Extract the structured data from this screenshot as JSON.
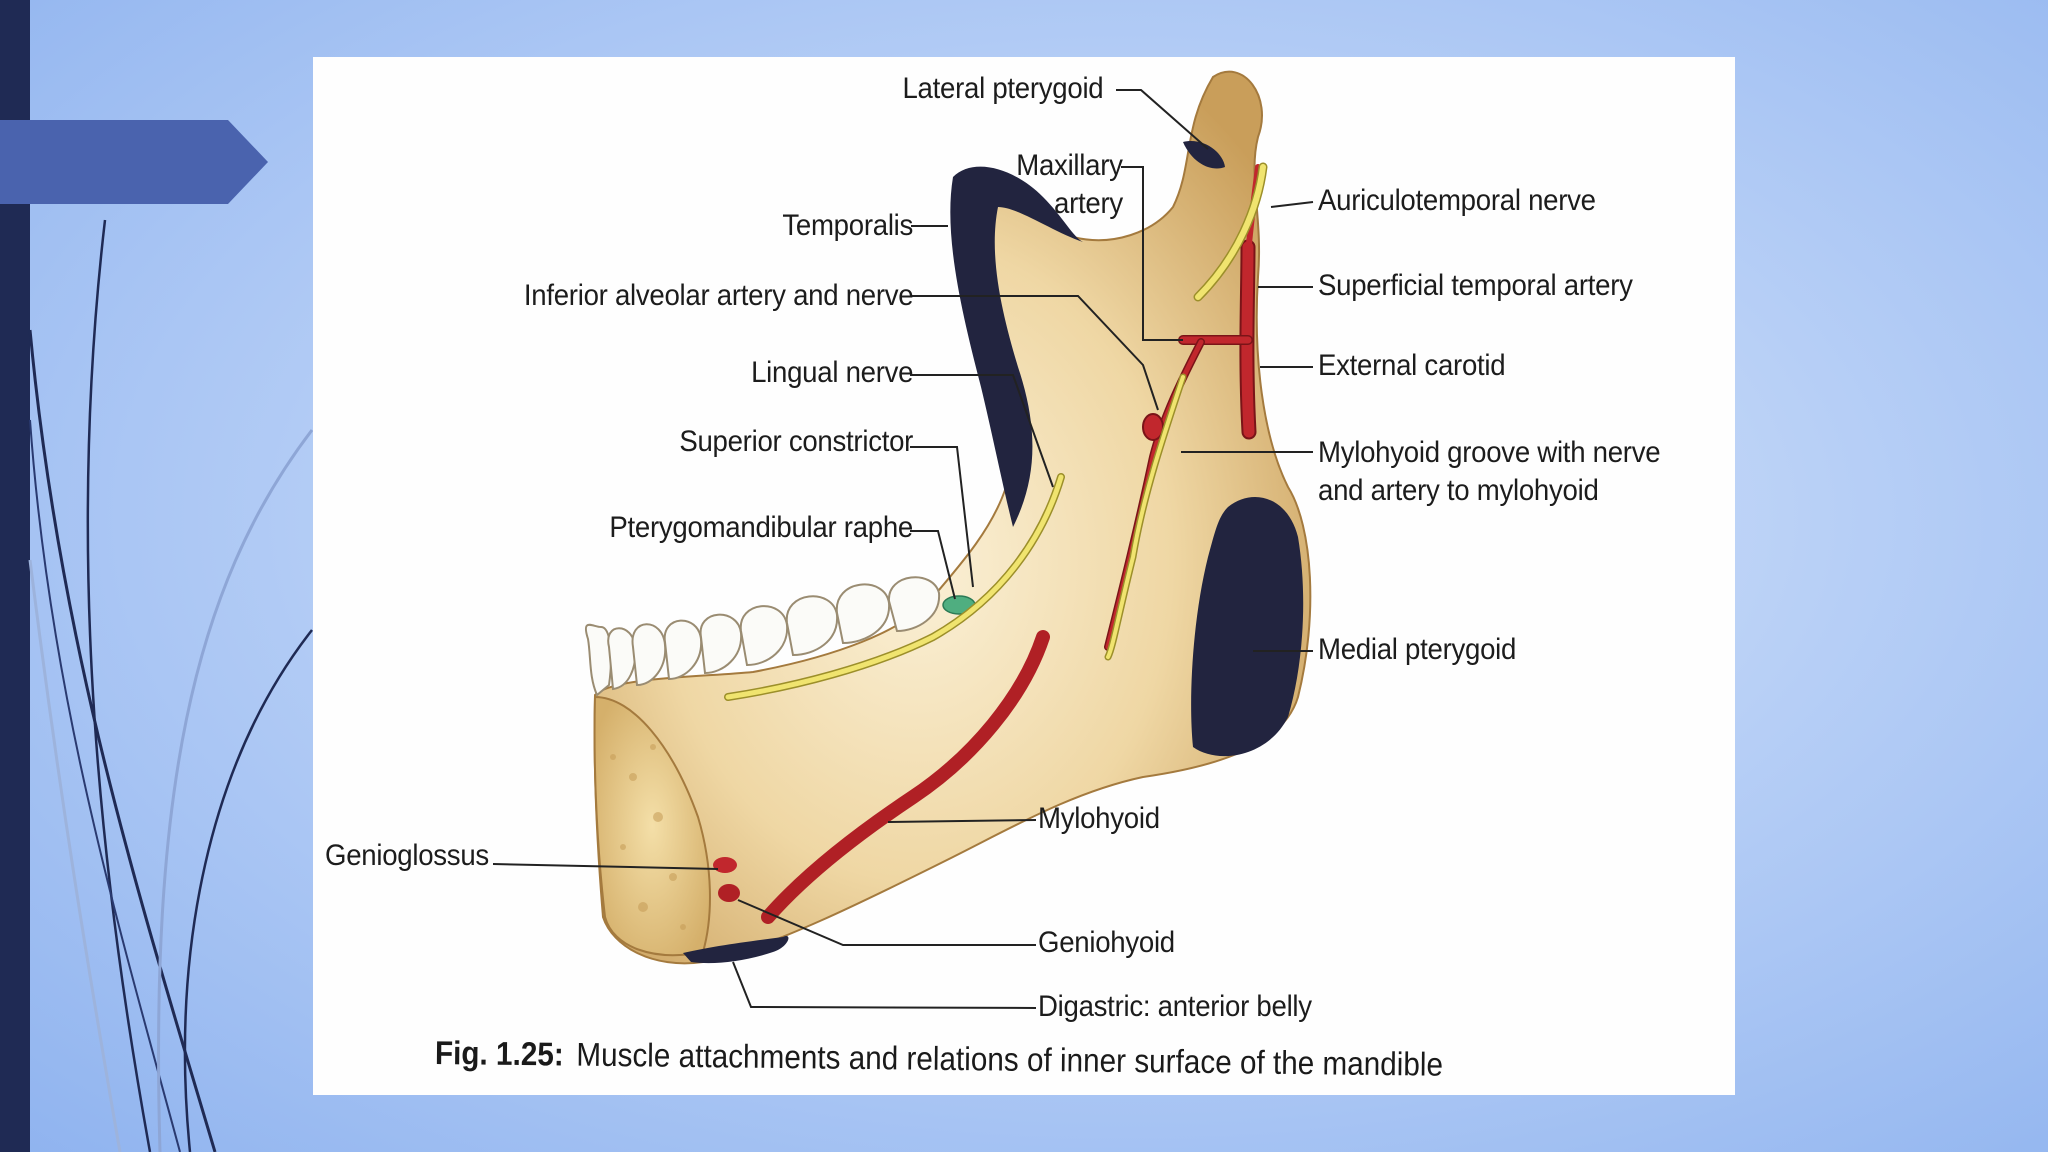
{
  "figure": {
    "caption_number": "Fig. 1.25:",
    "caption_text": "Muscle attachments and relations of inner surface of the mandible",
    "labels": {
      "lateral_pterygoid": "Lateral pterygoid",
      "maxillary_artery_1": "Maxillary",
      "maxillary_artery_2": "artery",
      "temporalis": "Temporalis",
      "inferior_alveolar": "Inferior alveolar artery and nerve",
      "lingual_nerve": "Lingual nerve",
      "superior_constrictor": "Superior constrictor",
      "pterygomandibular_raphe": "Pterygomandibular raphe",
      "auriculotemporal_nerve": "Auriculotemporal nerve",
      "superficial_temporal_artery": "Superficial temporal artery",
      "external_carotid": "External carotid",
      "mylohyoid_groove_1": "Mylohyoid groove with nerve",
      "mylohyoid_groove_2": "and artery to mylohyoid",
      "medial_pterygoid": "Medial pterygoid",
      "mylohyoid": "Mylohyoid",
      "genioglossus": "Genioglossus",
      "geniohyoid": "Geniohyoid",
      "digastric": "Digastric: anterior belly"
    }
  },
  "colors": {
    "slide_sidebar": "#1f2a54",
    "title_arrow": "#4a63ae",
    "bone": "#e9c98f",
    "muscle_attachment": "#22243f",
    "artery": "#c1272d",
    "nerve": "#e8df6a"
  }
}
